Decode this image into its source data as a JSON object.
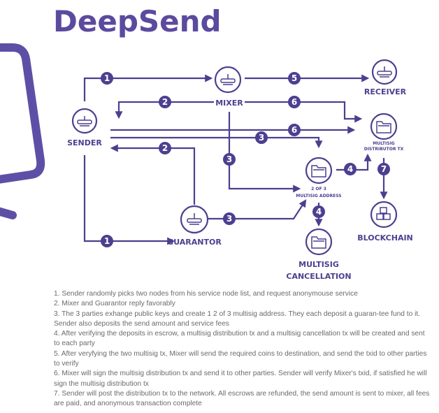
{
  "title": "DeepSend",
  "nodes": {
    "sender": "SENDER",
    "mixer": "MIXER",
    "receiver": "RECEIVER",
    "guarantor": "GUARANTOR",
    "multisig_dist_line1": "MULTISIG",
    "multisig_dist_line2": "DISTRIBUTOR TX",
    "address_line1": "2 OF 3",
    "address_line2": "MULTISIG ADDRESS",
    "blockchain": "BLOCKCHAIN",
    "cancel_line1": "MULTISIG",
    "cancel_line2": "CANCELLATION"
  },
  "steps": {
    "s1a": "1",
    "s1b": "1",
    "s2a": "2",
    "s2b": "2",
    "s3a": "3",
    "s3b": "3",
    "s3c": "3",
    "s4a": "4",
    "s4b": "4",
    "s5": "5",
    "s6a": "6",
    "s6b": "6",
    "s7": "7"
  },
  "notes": [
    "1. Sender randomly picks two nodes from his service node list, and request anonymouse service",
    "2. Mixer and Guarantor reply favorably",
    "3. The 3 parties exhange public keys and create 1 2 of 3 multisig address. They each deposit a guaran-tee fund to it. Sender also deposits the send amount and service fees",
    "4. After verifying the deposits in escrow, a multisig distribution tx and a multisig cancellation tx will be created and sent to each party",
    "5. After veryfying the two multisig tx, Mixer will send the required coins to destination, and send the txid to other parties to verify",
    "6. Mixer will sign the multisig distribution tx and send it to other parties. Sender will verify Mixer's txid, if satisfied he will sign the multisig distribution tx",
    "7. Sender will post the distribution tx to the network. All escrows are refunded, the send amount is sent to mixer, all fees are paid, and anonymous transaction complete"
  ],
  "colors": {
    "primary": "#4d3f8f",
    "title": "#5b4a9e",
    "text": "#6a6a6a",
    "laptop": "#5e4fa6"
  }
}
